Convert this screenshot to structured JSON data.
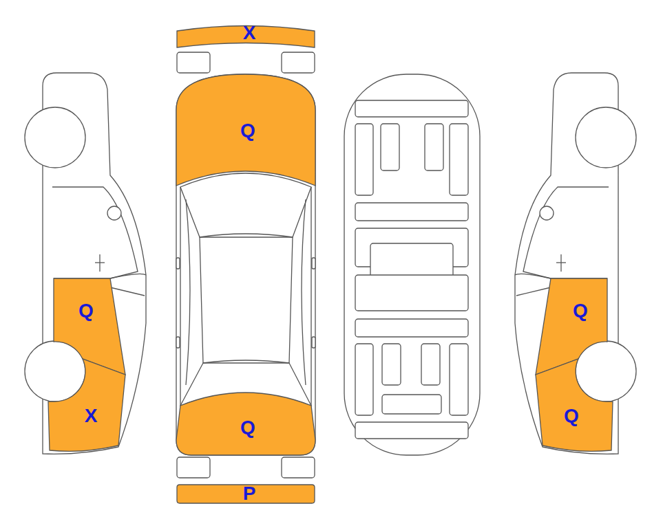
{
  "diagram": {
    "nodes": [
      {
        "text": [
          "X"
        ]
      },
      {
        "text": [
          "Q"
        ]
      },
      {
        "text": [
          "Q"
        ]
      },
      {
        "text": [
          "Q"
        ]
      },
      {
        "text": [
          "X"
        ]
      },
      {
        "text": [
          "Q"
        ]
      },
      {
        "text": [
          "Q"
        ]
      },
      {
        "text": [
          "P"
        ]
      }
    ]
  }
}
